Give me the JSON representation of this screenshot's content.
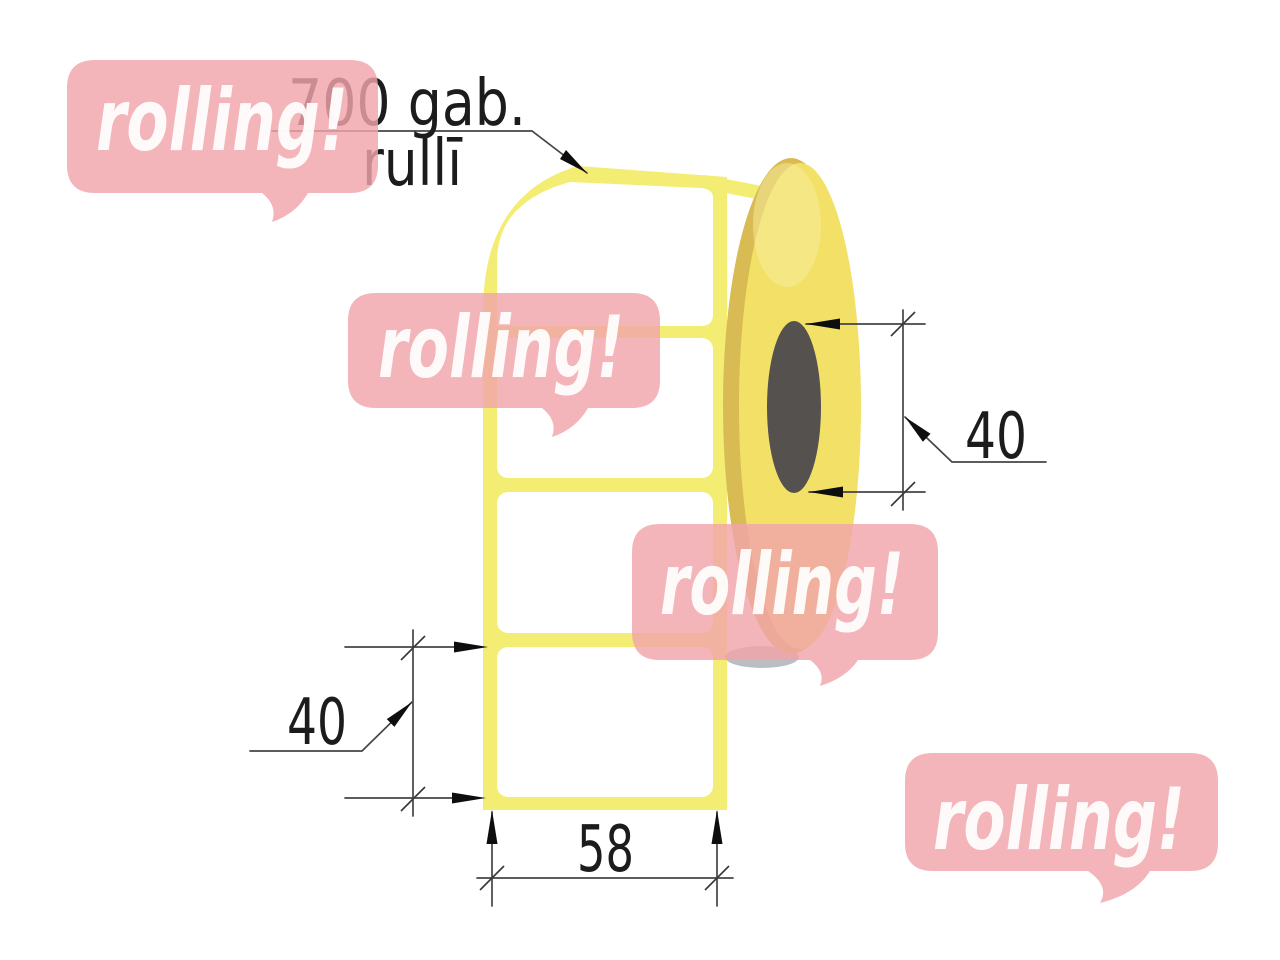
{
  "product_drawing": {
    "quantity_label": "700 gab.",
    "quantity_unit": "rullī",
    "core_diameter_mm": "40",
    "label_height_mm": "40",
    "label_width_mm": "58"
  },
  "watermark": {
    "text": "rolling!",
    "bubble_color": "#f0a5aa",
    "text_color": "#ffffff"
  },
  "colors": {
    "strip_backing": "#f3ed74",
    "label_blank": "#ffffff",
    "roll_rim": "#d8bc53",
    "roll_face": "#f3e167",
    "roll_highlight": "#f8eda0",
    "core_hole": "#55514e",
    "shadow": "#a9adb3",
    "dimension_line": "#454545",
    "dimension_text": "#1c1c1c"
  }
}
